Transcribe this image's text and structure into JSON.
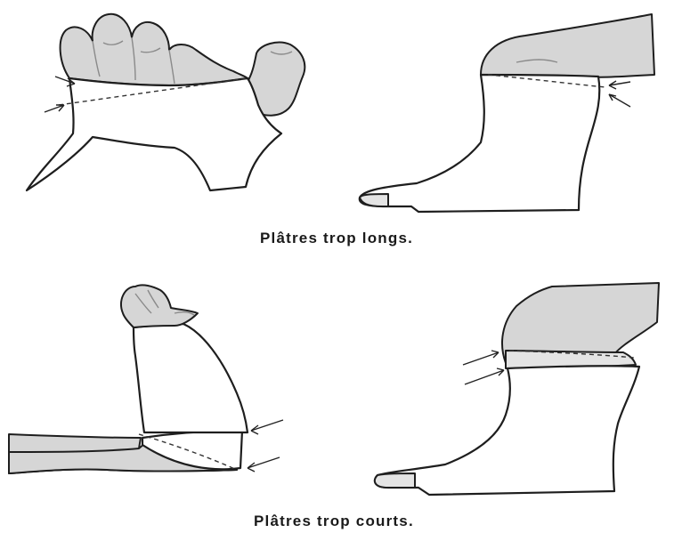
{
  "captions": {
    "too_long": "Plâtres trop longs.",
    "too_short": "Plâtres trop courts."
  },
  "panels": [
    {
      "limb": "hand",
      "cast_fit": "too long"
    },
    {
      "limb": "leg",
      "cast_fit": "too long"
    },
    {
      "limb": "arm",
      "cast_fit": "too short"
    },
    {
      "limb": "leg",
      "cast_fit": "too short"
    }
  ],
  "colors": {
    "skin": "#d6d6d6",
    "cast": "#ffffff",
    "outline": "#1e1e1e"
  }
}
